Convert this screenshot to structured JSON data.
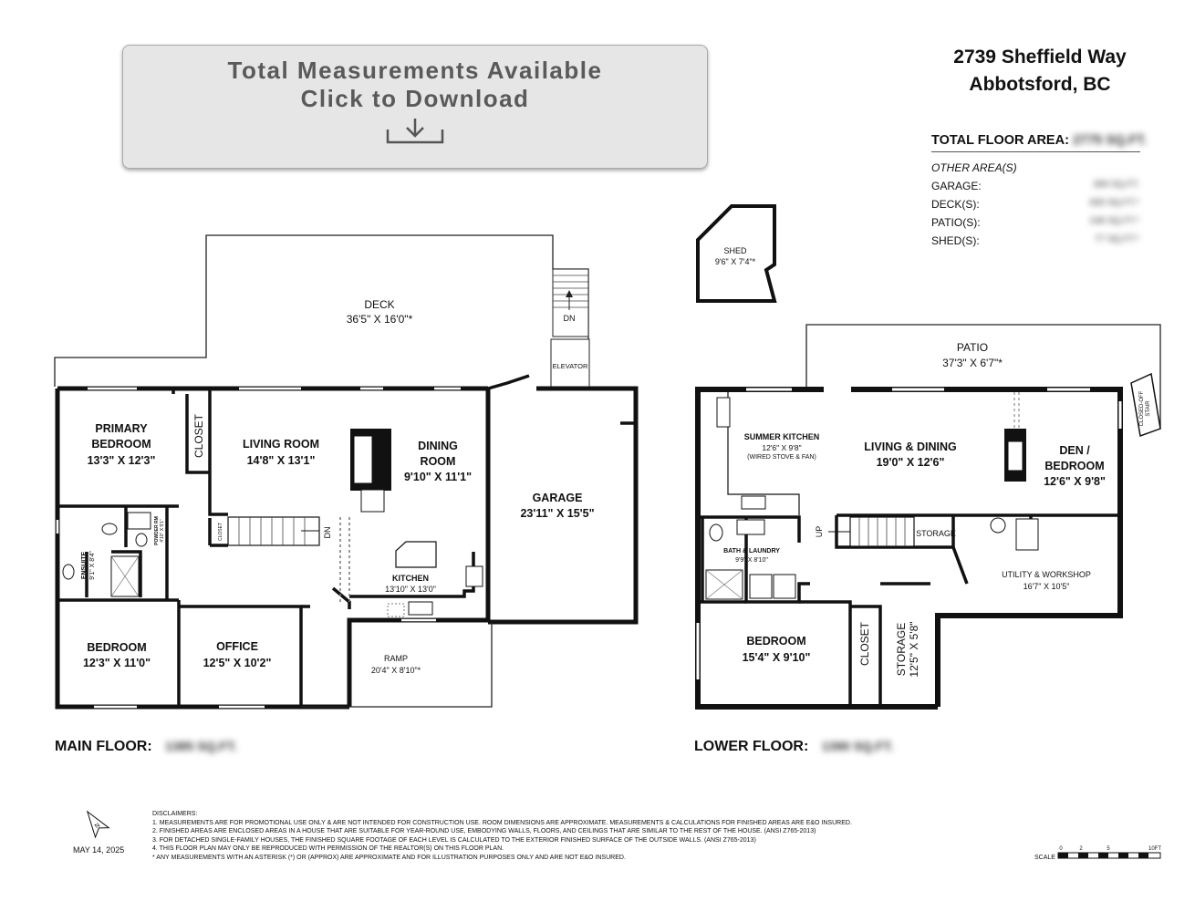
{
  "download": {
    "line1": "Total Measurements Available",
    "line2": "Click to Download"
  },
  "address": {
    "line1": "2739 Sheffield Way",
    "line2": "Abbotsford, BC"
  },
  "areas": {
    "total_label": "TOTAL FLOOR AREA:",
    "total_value": "2775 SQ.FT.",
    "other_title": "OTHER AREA(S)",
    "rows": [
      {
        "label": "GARAGE:",
        "value": "369 SQ.FT."
      },
      {
        "label": "DECK(S):",
        "value": "693 SQ.FT.*"
      },
      {
        "label": "PATIO(S):",
        "value": "248 SQ.FT.*"
      },
      {
        "label": "SHED(S):",
        "value": "77 SQ.FT.*"
      }
    ]
  },
  "main_floor": {
    "label": "MAIN FLOOR:",
    "area": "1385 SQ.FT.",
    "rooms": {
      "deck": {
        "name": "DECK",
        "dim": "36'5\" X 16'0\"*"
      },
      "primary_bedroom": {
        "name1": "PRIMARY",
        "name2": "BEDROOM",
        "dim": "13'3\" X 12'3\""
      },
      "closet": "CLOSET",
      "living_room": {
        "name": "LIVING ROOM",
        "dim": "14'8\" X 13'1\""
      },
      "dining_room": {
        "name1": "DINING",
        "name2": "ROOM",
        "dim": "9'10\" X 11'1\""
      },
      "garage": {
        "name": "GARAGE",
        "dim": "23'11\" X 15'5\""
      },
      "elevator": "ELEVATOR",
      "ensuite": {
        "name": "ENSUITE",
        "dim": "9'1\" X 8'4\""
      },
      "powder_room": {
        "name": "POWDER RM",
        "dim": "4'10\" X 5'1\""
      },
      "small_closet": "CLOSET",
      "kitchen": {
        "name": "KITCHEN",
        "dim": "13'10\" X 13'0\""
      },
      "bedroom": {
        "name": "BEDROOM",
        "dim": "12'3\" X 11'0\""
      },
      "office": {
        "name": "OFFICE",
        "dim": "12'5\" X 10'2\""
      },
      "ramp": {
        "name": "RAMP",
        "dim": "20'4\" X 8'10\"*"
      },
      "dn_stairs": "DN",
      "dn_deck": "DN"
    }
  },
  "lower_floor": {
    "label": "LOWER FLOOR:",
    "area": "1390 SQ.FT.",
    "rooms": {
      "shed": {
        "name": "SHED",
        "dim": "9'6\" X 7'4\"*"
      },
      "patio": {
        "name": "PATIO",
        "dim": "37'3\" X 6'7\"*"
      },
      "summer_kitchen": {
        "name": "SUMMER KITCHEN",
        "dim": "12'6\" X 9'8\"",
        "note": "(WIRED STOVE & FAN)"
      },
      "living_dining": {
        "name": "LIVING & DINING",
        "dim": "19'0\" X 12'6\""
      },
      "den": {
        "name1": "DEN /",
        "name2": "BEDROOM",
        "dim": "12'6\" X 9'8\""
      },
      "closed_off_stair": {
        "line1": "CLOSED-OFF",
        "line2": "STAIR"
      },
      "storage_stair": "STORAGE",
      "up": "UP",
      "bath_laundry": {
        "name": "BATH & LAUNDRY",
        "dim": "9'9\" X 8'10\""
      },
      "utility": {
        "name": "UTILITY & WORKSHOP",
        "dim": "16'7\" X 10'5\""
      },
      "bedroom": {
        "name": "BEDROOM",
        "dim": "15'4\" X 9'10\""
      },
      "closet": "CLOSET",
      "storage": {
        "name": "STORAGE",
        "dim": "12'5\" X 5'8\""
      }
    }
  },
  "footer": {
    "date": "MAY 14, 2025",
    "disclaimers_title": "DISCLAIMERS:",
    "disclaimers": [
      "1. MEASUREMENTS ARE FOR PROMOTIONAL USE ONLY & ARE NOT INTENDED FOR CONSTRUCTION USE. ROOM DIMENSIONS ARE APPROXIMATE. MEASUREMENTS & CALCULATIONS FOR FINISHED AREAS ARE E&O INSURED.",
      "2. FINISHED AREAS ARE ENCLOSED AREAS IN A HOUSE THAT ARE SUITABLE FOR YEAR-ROUND USE, EMBODYING WALLS, FLOORS, AND CEILINGS THAT ARE SIMILAR TO THE REST OF THE HOUSE. (ANSI Z765-2013)",
      "3. FOR DETACHED SINGLE-FAMILY HOUSES, THE FINISHED SQUARE FOOTAGE OF EACH LEVEL IS CALCULATED TO THE EXTERIOR FINISHED SURFACE OF THE OUTSIDE WALLS. (ANSI Z765-2013)",
      "4. THIS FLOOR PLAN MAY ONLY BE REPRODUCED WITH PERMISSION OF THE REALTOR(S) ON THIS FLOOR PLAN.",
      "* ANY MEASUREMENTS WITH AN ASTERISK (*) OR (APPROX) ARE APPROXIMATE AND FOR ILLUSTRATION PURPOSES ONLY AND ARE NOT E&O INSURED."
    ],
    "north": "N",
    "scale_label": "SCALE",
    "scale_ticks": [
      "0",
      "2",
      "5",
      "10FT"
    ]
  },
  "colors": {
    "wall": "#111111",
    "button_bg": "#e6e6e6",
    "button_text": "#5a5a5a"
  }
}
